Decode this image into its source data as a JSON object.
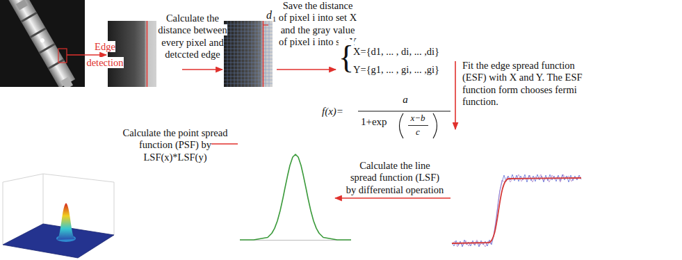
{
  "diagram": {
    "labels": [
      "Edge detection",
      "Calculate the distance between every pixel and detccted edge",
      "d",
      "1",
      "Save the distance of pixel i into set X and the gray value of pixel i into set Y",
      "{",
      "X={d1, ... , di, ... ,di}",
      "Y={g1, ... , gi, ... ,gi}",
      "f(x)=",
      "a",
      "1+exp",
      "x−b",
      "c",
      "Fit the edge spread function (ESF) with X and Y. The ESF function form chooses fermi function.",
      "Calculate the line spread function (LSF) by differential operation",
      "Calculate the point spread function (PSF) by LSF(x)*LSF(y)"
    ]
  }
}
